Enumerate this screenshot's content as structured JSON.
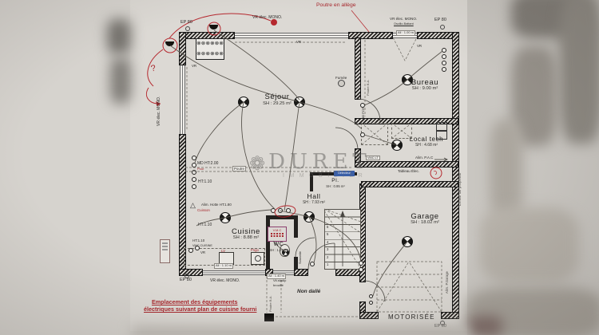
{
  "watermark": {
    "text": "DURET",
    "subtext": "IMMOBILIER",
    "icon": "flower-icon"
  },
  "rooms": {
    "sejour": {
      "name": "Séjour",
      "area": "SH : 29.25 m²"
    },
    "bureau": {
      "name": "Bureau",
      "area": "SH : 9.00 m²"
    },
    "local_tech": {
      "name": "Local tech",
      "area": "SH : 4.68 m²"
    },
    "hall": {
      "name": "Hall",
      "area": "SH : 7.93 m²"
    },
    "placard": {
      "name": "Pl.",
      "area": "SH : 0.95 m²"
    },
    "cuisine": {
      "name": "Cuisine",
      "area": "SH : 8.88 m²"
    },
    "wc": {
      "name": "WC",
      "area": "SH : 1.24 m²"
    },
    "garage": {
      "name": "Garage",
      "area": "SH : 18.02 m²"
    }
  },
  "annotations": {
    "ep80": "EP 80",
    "vr_mono": "VR élec. MONO.",
    "oscillo": "Oscillo-Battant",
    "all100": "All : 1.00 m",
    "all110": "All : 1.10 m",
    "all140": "All : 1.40 m",
    "vr": "VR",
    "poutre_allege": "Poutre en allège",
    "limite": "Limite de propriété",
    "fumee": "Fumée",
    "poutre": "Poutre",
    "poutre_ba": "Poutre B.A.",
    "md": "MD HT:2.00",
    "pour": "Pour",
    "ht110": "HT:1.10",
    "alim_hotte": "Alim. Hotte HT:1.80",
    "cuisson": "Cuisson",
    "vmc_cuisine": "VMC CUISINE",
    "lv": "LV",
    "frigo": "Frigo",
    "vmc": "V.M.C",
    "sonnette": "Sonnette",
    "pdr": "80 P.DR",
    "vmclt": "VMC LT",
    "alim_pac": "Alim. P.A.C",
    "tableau": "Tableau Élec.",
    "alim_pgarage": "Alim. P.Garage",
    "motorisee": "MOTORISÉE",
    "non_dalle": "Non dallé",
    "vit1": "Vit.stadip",
    "vit2": "brouillé",
    "detecteur": "Détecteur",
    "question": "?",
    "note1": "Emplacement des équipements",
    "note2": "électriques suivant plan de cuisine fourni",
    "stairs": [
      "1",
      "2",
      "3",
      "4",
      "5",
      "6"
    ]
  },
  "colors": {
    "red_pen": "#b5282e",
    "red_text": "#a8262c",
    "wall": "#161616",
    "wire": "#5a564f",
    "paper": "#d6d3ce",
    "badge_blue": "#3a5fa8"
  }
}
